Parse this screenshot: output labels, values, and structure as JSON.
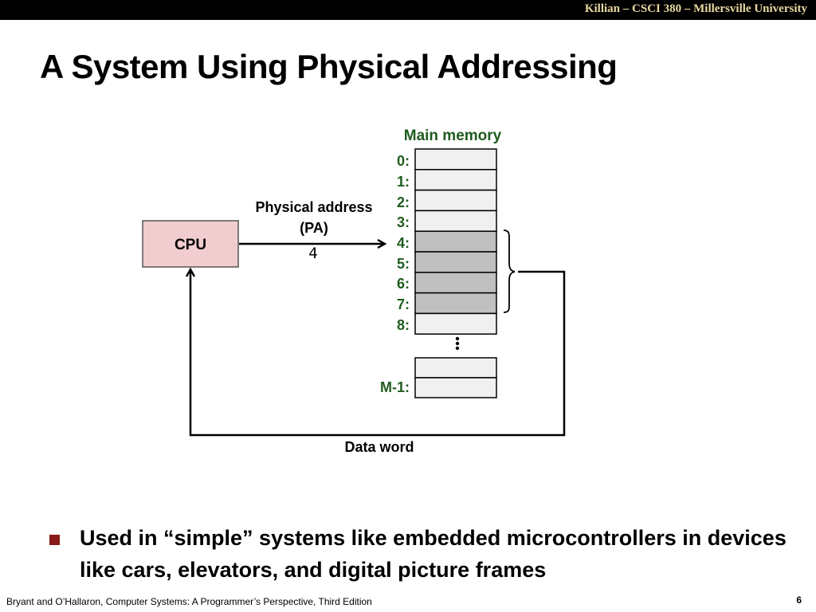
{
  "header": {
    "course": "Killian – CSCI 380 – Millersville University"
  },
  "title": "A System Using Physical Addressing",
  "diagram": {
    "cpu_label": "CPU",
    "pa_label_line1": "Physical address",
    "pa_label_line2": "(PA)",
    "pa_value": "4",
    "memory_title": "Main memory",
    "address_labels": [
      "0:",
      "1:",
      "2:",
      "3:",
      "4:",
      "5:",
      "6:",
      "7:",
      "8:"
    ],
    "last_address_label": "M-1:",
    "data_word_label": "Data word",
    "colors": {
      "cpu_fill": "#f2cdd0",
      "memory_cell": "#f0f0f0",
      "memory_cell_selected": "#c0c0c0",
      "label_green": "#1f5c1f"
    }
  },
  "bullets": [
    "Used in “simple” systems like embedded microcontrollers in devices like cars, elevators, and digital picture frames"
  ],
  "footer": {
    "credit": "Bryant and O’Hallaron, Computer Systems: A Programmer’s Perspective, Third Edition",
    "page": "6"
  }
}
